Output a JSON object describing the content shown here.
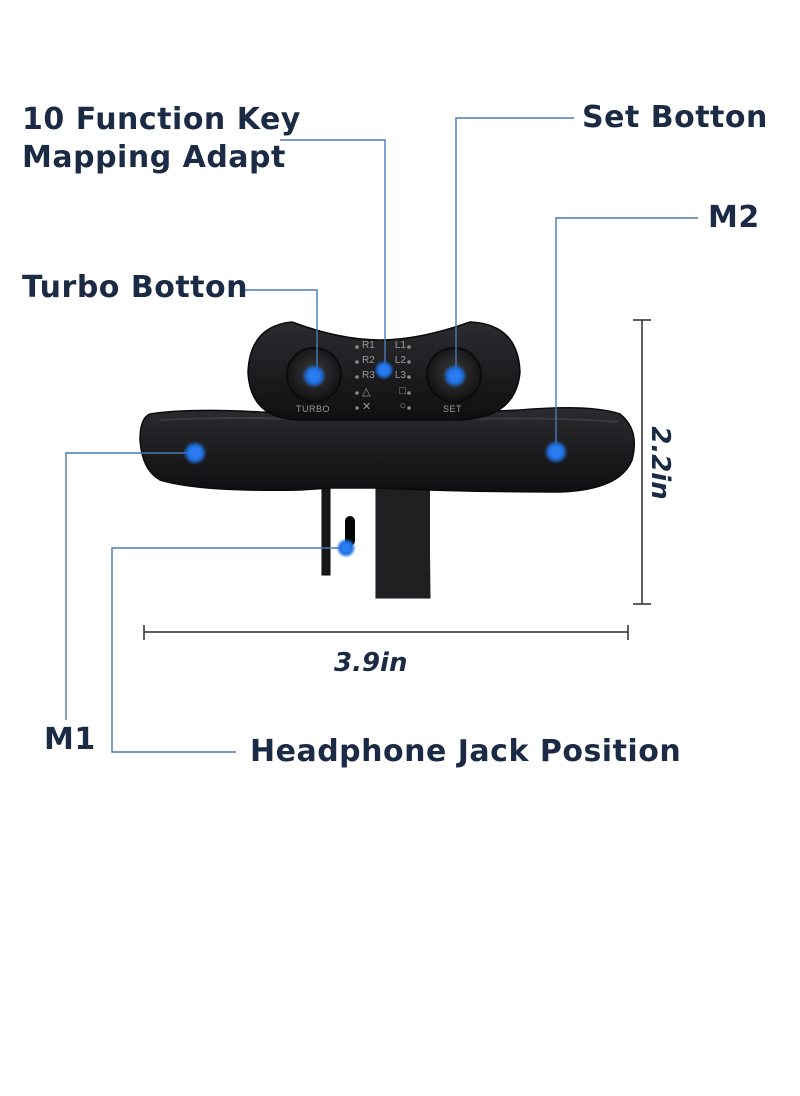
{
  "callouts": {
    "function_key_line1": "10 Function Key",
    "function_key_line2": "Mapping Adapt",
    "set_button": "Set Botton",
    "m2": "M2",
    "turbo_button": "Turbo Botton",
    "m1": "M1",
    "headphone_jack": "Headphone Jack Position"
  },
  "dimensions": {
    "height": "2.2in",
    "width": "3.9in"
  },
  "device": {
    "turbo_label": "TURBO",
    "set_label": "SET",
    "mapping_keys": [
      "R1",
      "L1",
      "R2",
      "L2",
      "R3",
      "L3",
      "△",
      "□",
      "✕",
      "○"
    ]
  },
  "colors": {
    "text": "#1c2b45",
    "leader_line": "#4a78b8",
    "indicator": "#1e6fe0",
    "device_body": "#1b1b1d"
  }
}
